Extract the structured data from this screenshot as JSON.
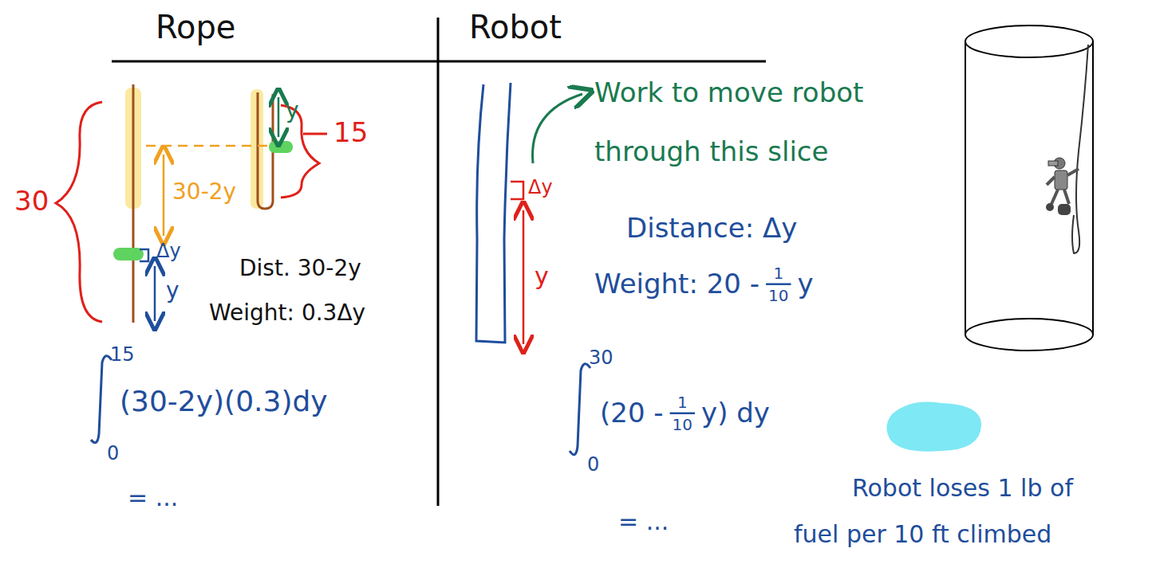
{
  "diagram": {
    "labels": [
      "Rope",
      "Robot",
      "30",
      "15",
      "y",
      "30-2y",
      "Δy",
      "y",
      "Dist. 30-2y",
      "Weight: 0.3Δy",
      "15",
      "(30-2y)(0.3)dy",
      "0",
      "= ...",
      "Work to move robot",
      "through this slice",
      "Δy",
      "y",
      "Distance: Δy",
      "Weight: 20 -",
      "1",
      "10",
      "y",
      "30",
      "(20 -",
      "1",
      "10",
      "y) dy",
      "0",
      "= ...",
      "Robot loses 1 lb of",
      "fuel per 10 ft climbed"
    ]
  }
}
